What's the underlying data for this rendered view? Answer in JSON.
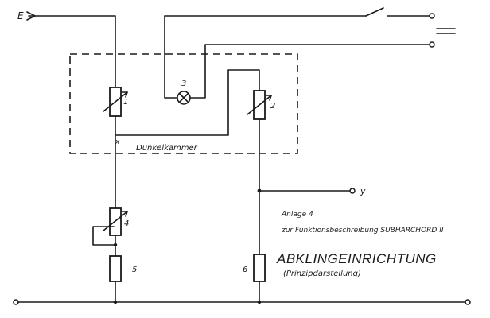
{
  "diagram": {
    "labels": {
      "input_e": "E",
      "output_y": "y",
      "node_x": "x",
      "dark_chamber": "Dunkelkammer",
      "r1": "1",
      "r2": "2",
      "lamp3": "3",
      "r4": "4",
      "r5": "5",
      "r6": "6"
    },
    "annex_line1": "Anlage 4",
    "annex_line2": "zur Funktionsbeschreibung SUBHARCHORD II",
    "title": "ABKLINGEINRICHTUNG",
    "subtitle": "(Prinzipdarstellung)"
  }
}
